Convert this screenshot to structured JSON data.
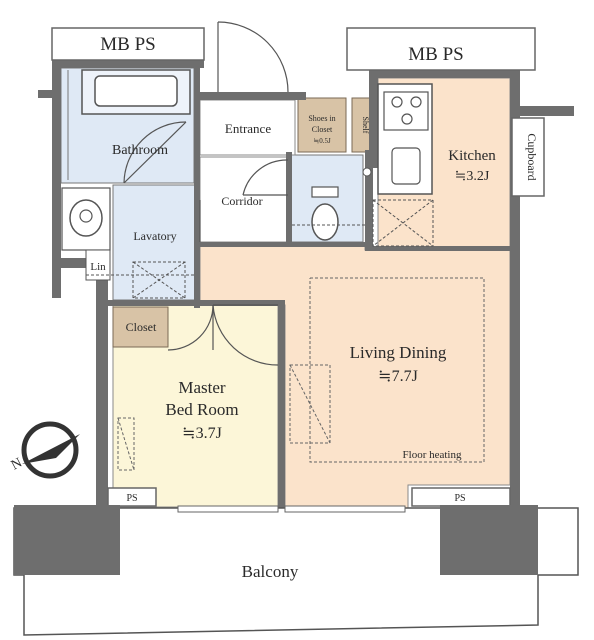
{
  "rooms": {
    "mb_ps_left": "MB PS",
    "mb_ps_right": "MB PS",
    "bathroom": "Bathroom",
    "entrance": "Entrance",
    "shoes_closet_line1": "Shoes in",
    "shoes_closet_line2": "Closet",
    "shoes_closet_area": "≒0.5J",
    "shelf": "Shelf",
    "kitchen": "Kitchen",
    "kitchen_area": "≒3.2J",
    "cupboard": "Cupboard",
    "corridor": "Corridor",
    "lavatory": "Lavatory",
    "lin": "Lin",
    "closet": "Closet",
    "living_dining": "Living Dining",
    "living_area": "≒7.7J",
    "floor_heating": "Floor heating",
    "master_line1": "Master",
    "master_line2": "Bed Room",
    "master_area": "≒3.7J",
    "ps_left": "PS",
    "ps_right": "PS",
    "balcony": "Balcony"
  },
  "colors": {
    "wall": "#6e6e6e",
    "wet_area": "#dfe9f5",
    "living_floor": "#fbe3cb",
    "bedroom_floor": "#fcf6d8",
    "closet_fill": "#d8c3a6",
    "outline": "#555555"
  },
  "compass": {
    "label": "N"
  }
}
